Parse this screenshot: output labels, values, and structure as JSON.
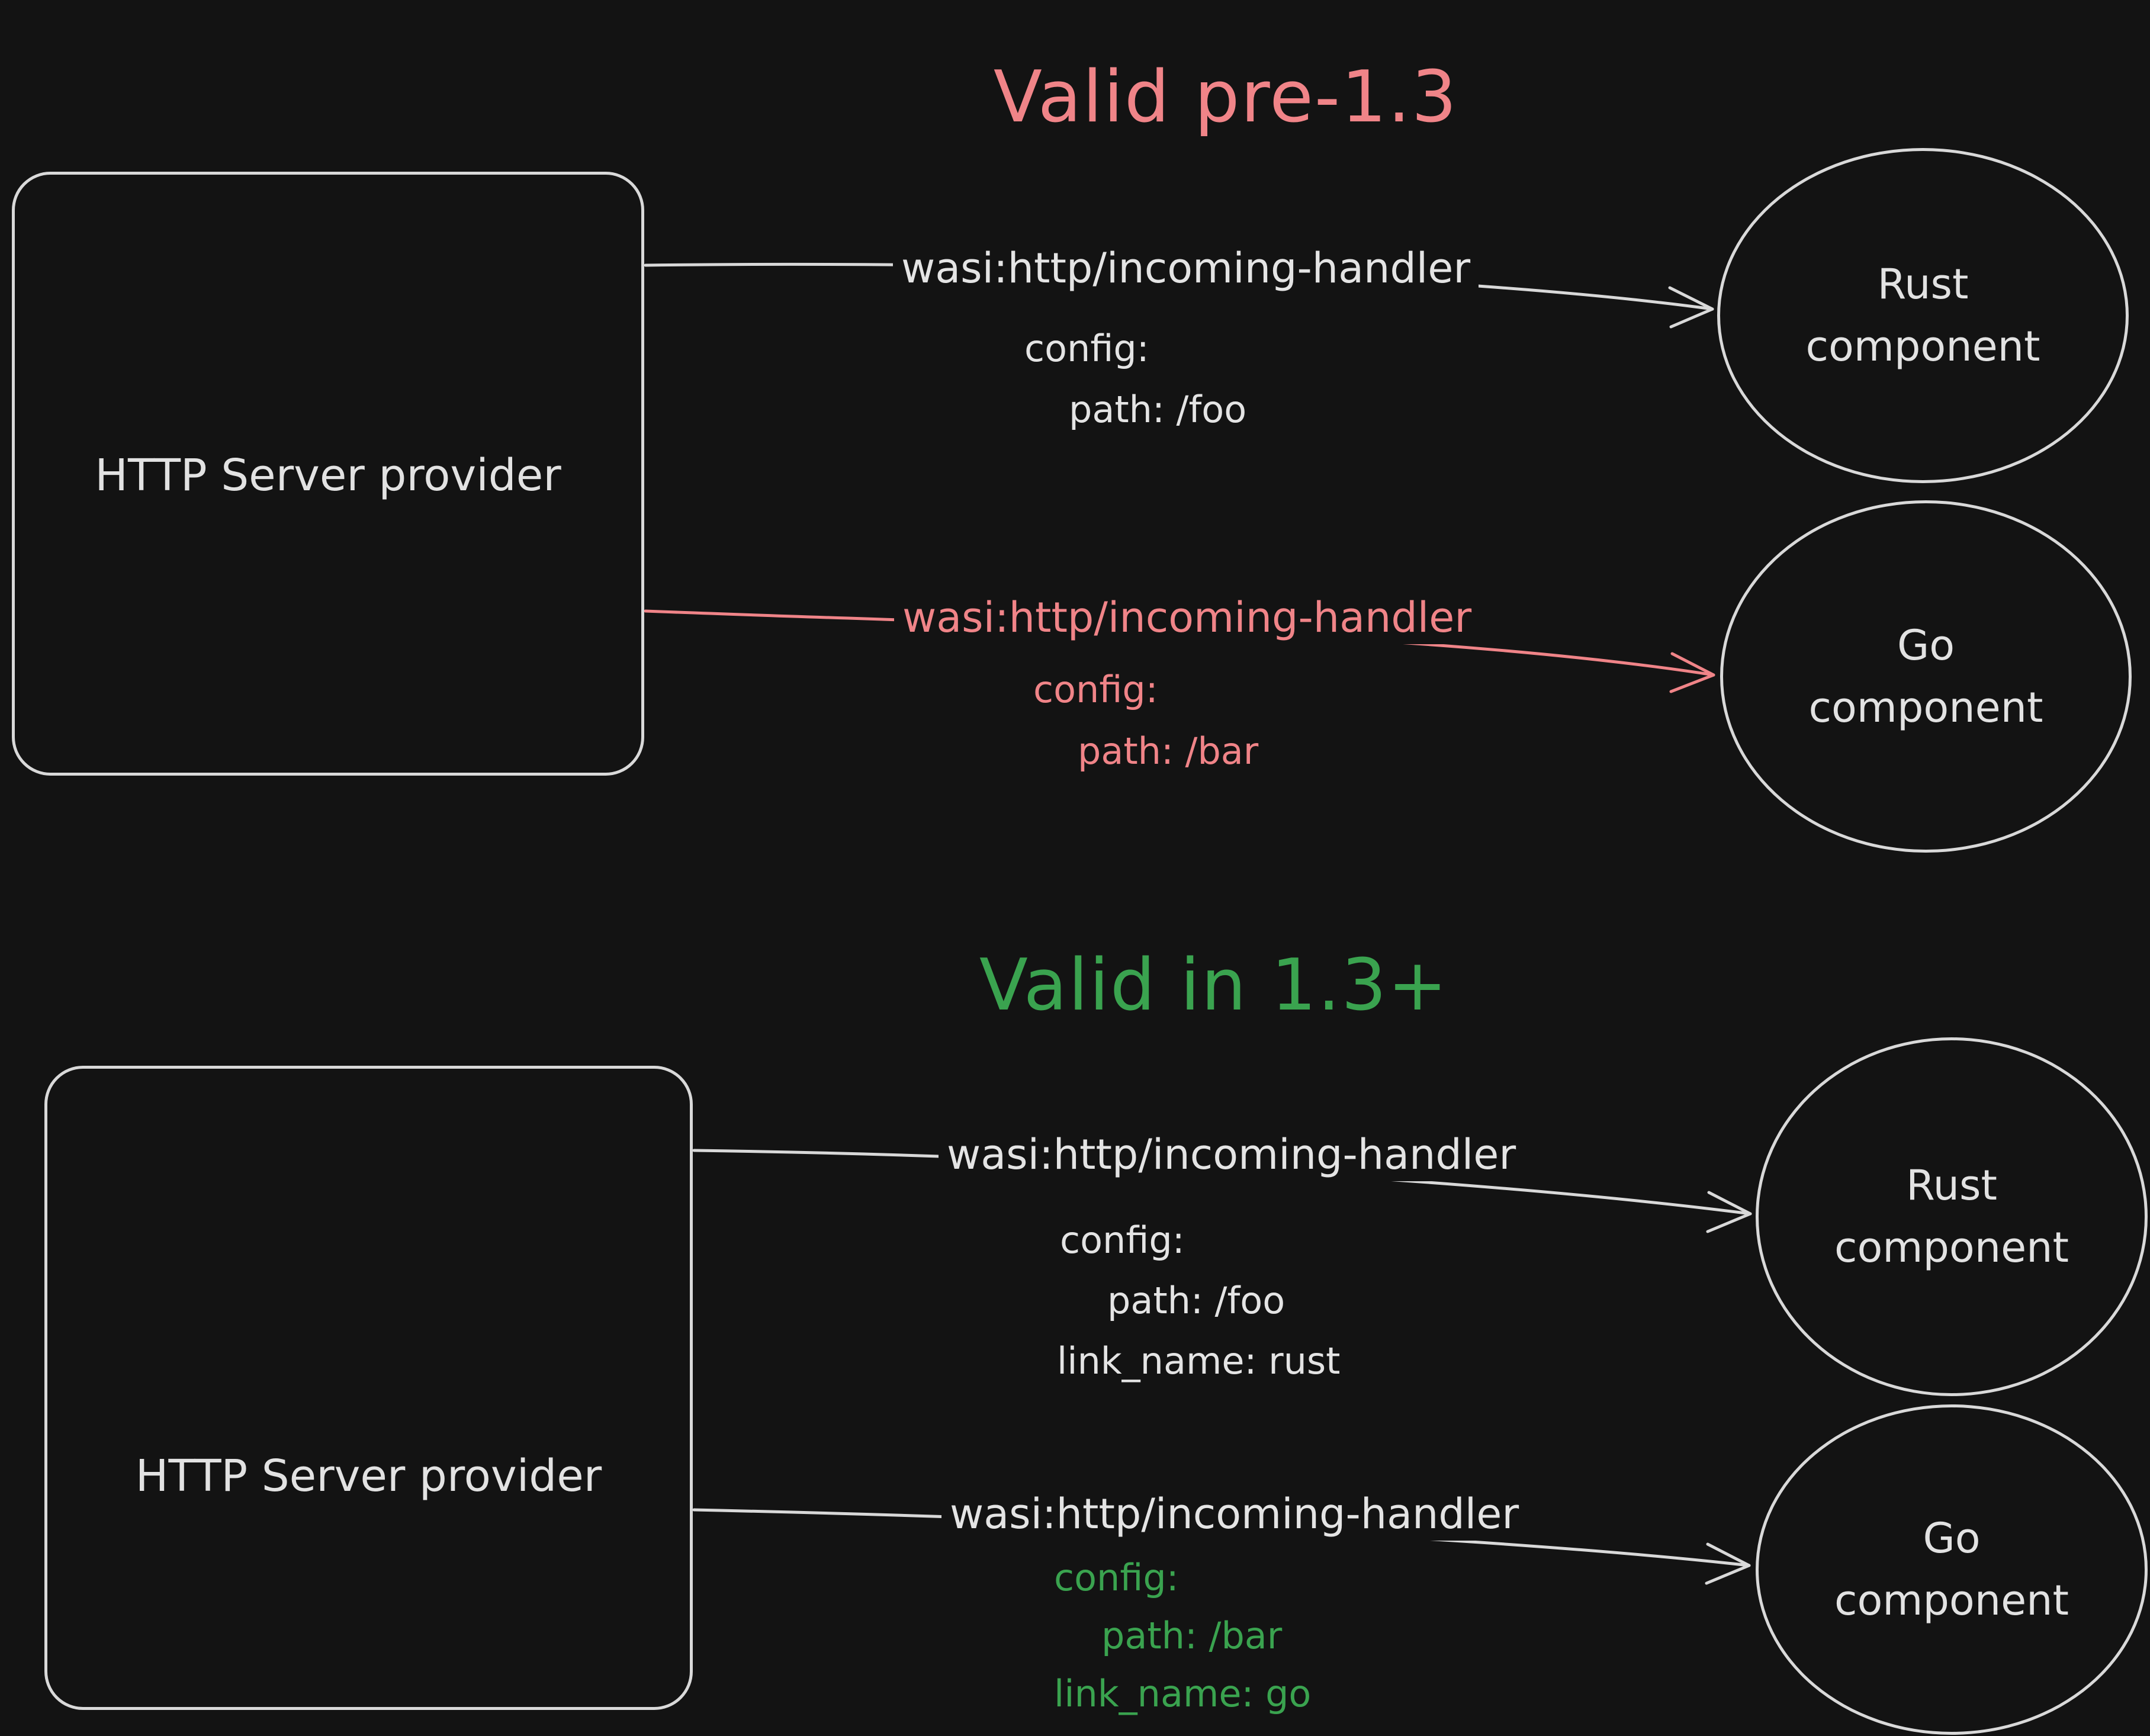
{
  "colors": {
    "background": "#131313",
    "stroke": "#d9d9d9",
    "text": "#e4e4e4",
    "red_accent": "#f08488",
    "green_accent": "#3aa34f"
  },
  "pre13": {
    "title": "Valid pre-1.3",
    "provider_label": "HTTP Server provider",
    "rust_connection": {
      "interface": "wasi:http/incoming-handler",
      "config": "config:",
      "path": "path: /foo"
    },
    "go_connection": {
      "interface": "wasi:http/incoming-handler",
      "config": "config:",
      "path": "path: /bar"
    },
    "rust_node": {
      "line1": "Rust",
      "line2": "component"
    },
    "go_node": {
      "line1": "Go",
      "line2": "component"
    }
  },
  "in13plus": {
    "title": "Valid in 1.3+",
    "provider_label": "HTTP Server provider",
    "rust_connection": {
      "interface": "wasi:http/incoming-handler",
      "config": "config:",
      "path": "path: /foo",
      "link_name": "link_name: rust"
    },
    "go_connection": {
      "interface": "wasi:http/incoming-handler",
      "config": "config:",
      "path": "path: /bar",
      "link_name": "link_name: go"
    },
    "rust_node": {
      "line1": "Rust",
      "line2": "component"
    },
    "go_node": {
      "line1": "Go",
      "line2": "component"
    }
  }
}
